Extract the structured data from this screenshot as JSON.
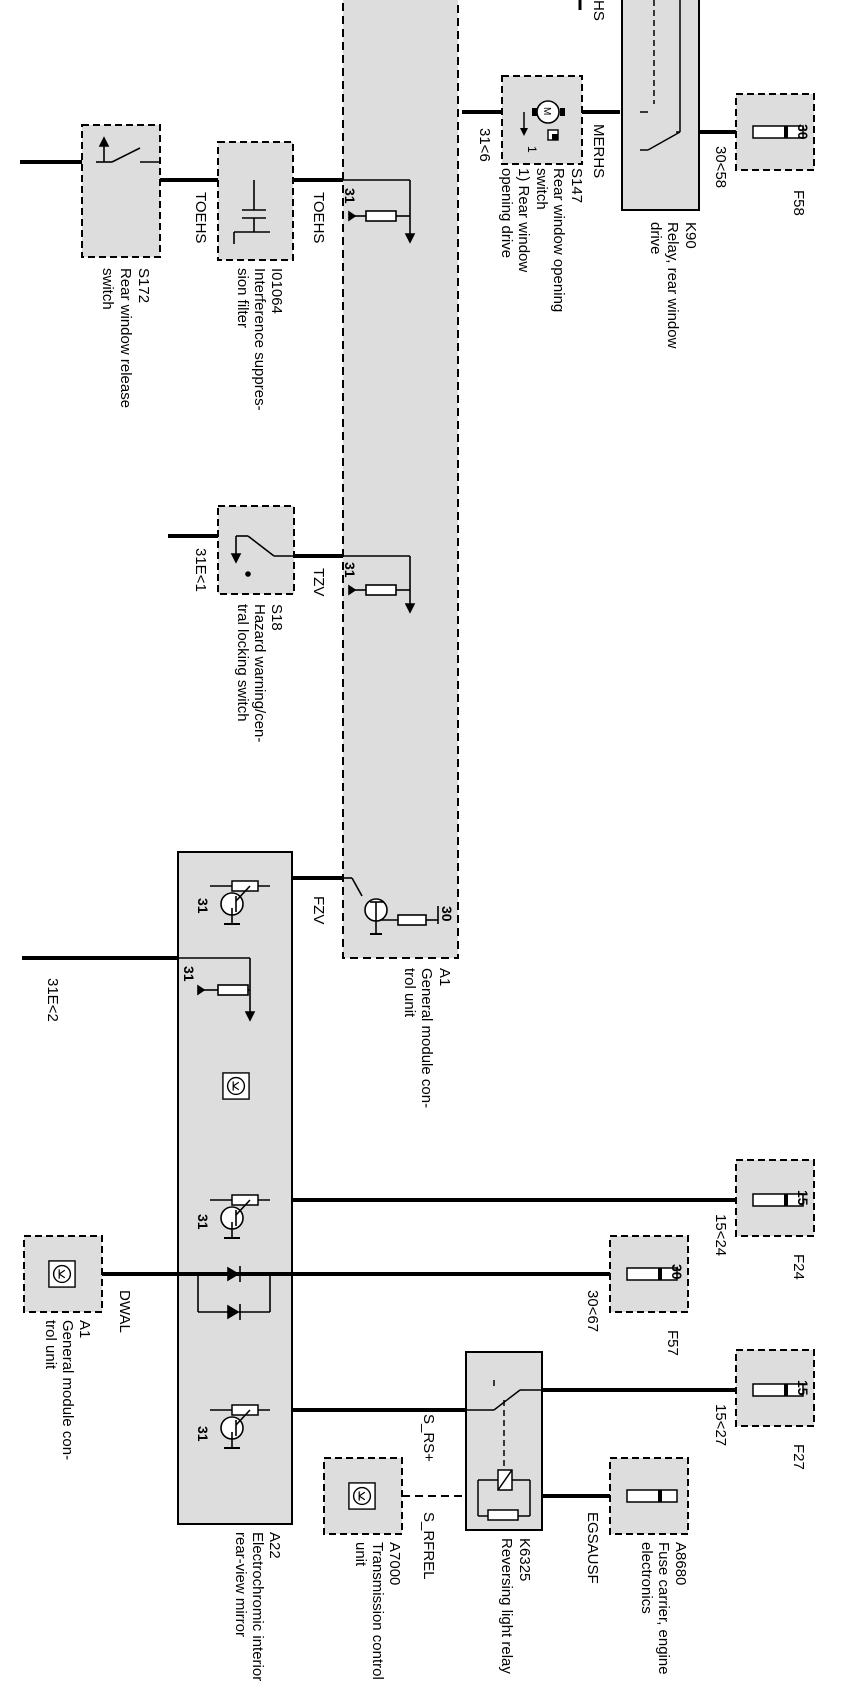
{
  "components": {
    "s172": {
      "id": "S172",
      "desc1": "Rear window release",
      "desc2": "switch"
    },
    "i01064": {
      "id": "I01064",
      "desc1": "Interference suppres-",
      "desc2": "sion filter"
    },
    "a1_top": {
      "id": "A1",
      "desc1": "General module con-",
      "desc2": "trol unit"
    },
    "s147": {
      "id": "S147",
      "desc1": "Rear window opening",
      "desc2": "switch",
      "note1": "1) Rear window",
      "note2": "opening drive"
    },
    "k90": {
      "id": "K90",
      "desc1": "Relay, rear window",
      "desc2": "drive"
    },
    "f58": {
      "id": "F58"
    },
    "s18": {
      "id": "S18",
      "desc1": "Hazard warning/cen-",
      "desc2": "tral locking switch"
    },
    "a22": {
      "id": "A22",
      "desc1": "Electrochromic interior",
      "desc2": "rear-view mirror"
    },
    "a1_bottom": {
      "id": "A1",
      "desc1": "General module con-",
      "desc2": "trol unit"
    },
    "f24": {
      "id": "F24"
    },
    "f57": {
      "id": "F57"
    },
    "f27": {
      "id": "F27"
    },
    "a7000": {
      "id": "A7000",
      "desc1": "Transmission control",
      "desc2": "unit"
    },
    "k6325": {
      "id": "K6325",
      "desc1": "Reversing light relay"
    },
    "a8680": {
      "id": "A8680",
      "desc1": "Fuse carrier, engine",
      "desc2": "electronics"
    }
  },
  "signals": {
    "toehs_1": "TOEHS",
    "toehs_2": "TOEHS",
    "merhs": "MERHS",
    "hs": "HS",
    "tzv": "TZV",
    "fzv": "FZV",
    "dwal": "DWAL",
    "s_rs": "S_RS+",
    "s_rfrel": "S_RFREL",
    "egsausf": "EGSAUSF"
  },
  "terminals": {
    "t31_toehs": "31",
    "t31_tzv": "31",
    "t30_a1": "30",
    "t31_a22_top": "31",
    "t31_a22_gnd": "31",
    "t31_a22_mid": "31",
    "t31_a22_low": "31",
    "g31_6": "31<6",
    "g31e_1": "31E<1",
    "g31e_2": "31E<2",
    "w30_58": "30<58",
    "w15_24": "15<24",
    "w30_67": "30<67",
    "w15_27": "15<27",
    "f58_pin": "30",
    "f24_pin": "15",
    "f57_pin": "30",
    "f27_pin": "15",
    "motor_m": "M",
    "note_mark": "1"
  },
  "colors": {
    "box_fill": "#dddddd",
    "wire": "#000000",
    "background": "#ffffff"
  }
}
